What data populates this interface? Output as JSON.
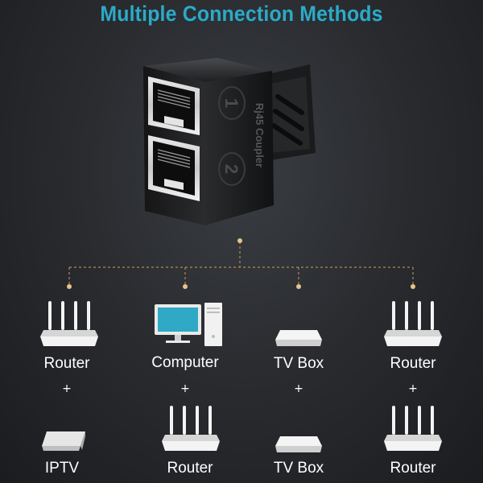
{
  "title": "Multiple Connection Methods",
  "product": {
    "coupler_text": "Rj45 Coupler",
    "port1": "1",
    "port2": "2"
  },
  "columns": [
    {
      "top": {
        "icon": "router-icon",
        "label": "Router"
      },
      "plus": "+",
      "bottom": {
        "icon": "iptv-box-icon",
        "label": "IPTV"
      }
    },
    {
      "top": {
        "icon": "computer-icon",
        "label": "Computer"
      },
      "plus": "+",
      "bottom": {
        "icon": "router-icon",
        "label": "Router"
      }
    },
    {
      "top": {
        "icon": "tv-box-icon",
        "label": "TV Box"
      },
      "plus": "+",
      "bottom": {
        "icon": "tv-box-icon",
        "label": "TV Box"
      }
    },
    {
      "top": {
        "icon": "router-icon",
        "label": "Router"
      },
      "plus": "+",
      "bottom": {
        "icon": "router-icon",
        "label": "Router"
      }
    }
  ],
  "colors": {
    "title": "#2fa9c6",
    "connector": "#b08a55",
    "background": "#2a2c30"
  }
}
